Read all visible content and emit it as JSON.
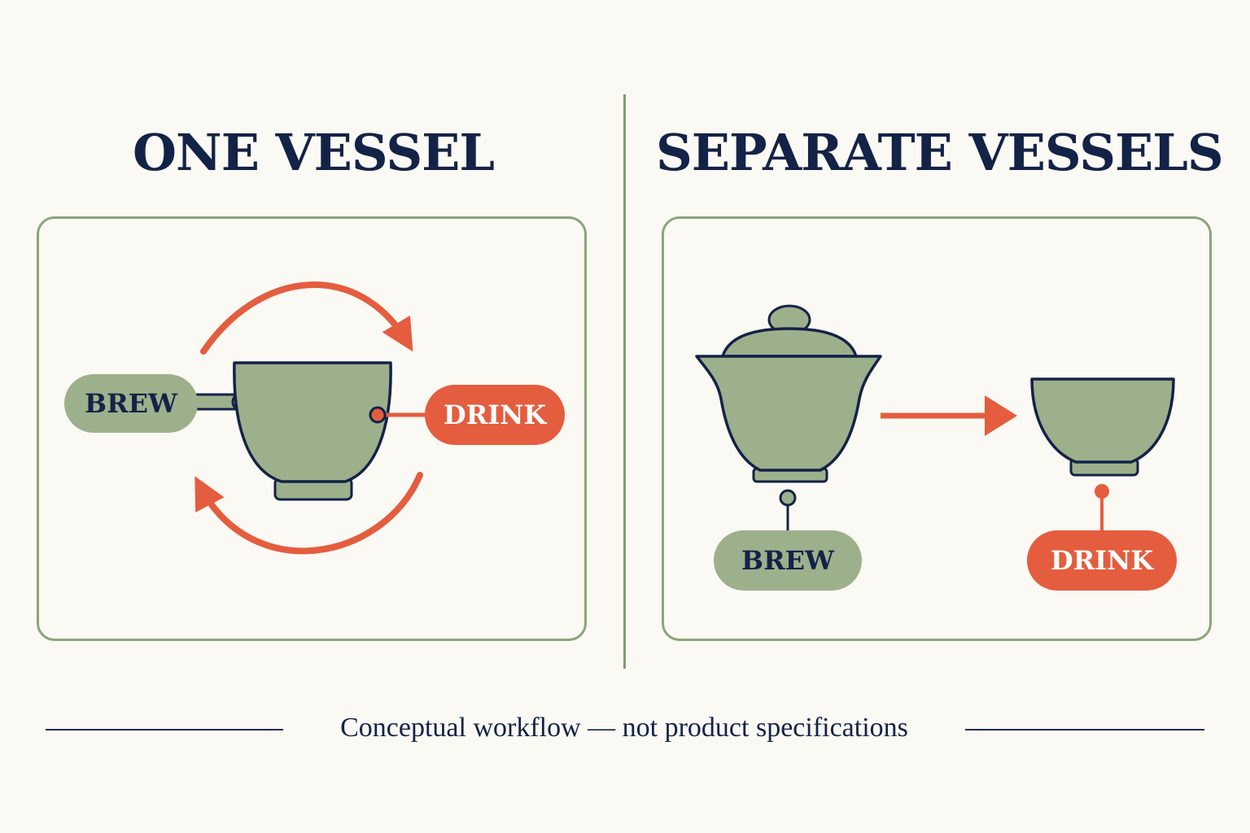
{
  "left_panel": {
    "title": "ONE VESSEL",
    "brew_label": "BREW",
    "drink_label": "DRINK"
  },
  "right_panel": {
    "title": "SEPARATE VESSELS",
    "brew_label": "BREW",
    "drink_label": "DRINK"
  },
  "footer": {
    "caption": "Conceptual workflow — not product specifications"
  },
  "colors": {
    "background": "#fbf9f3",
    "navy": "#132247",
    "sage": "#9cb08c",
    "sage_border": "#89a57c",
    "accent_red": "#e45d3e"
  }
}
